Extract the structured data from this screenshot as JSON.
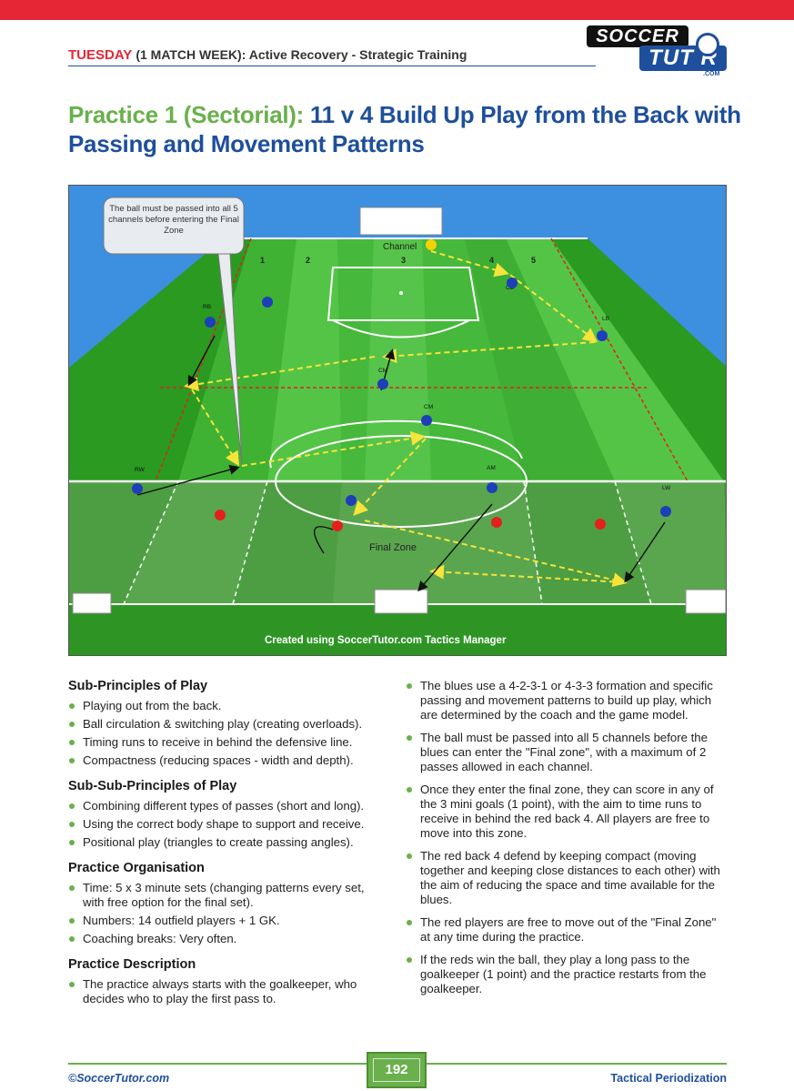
{
  "header": {
    "day": "TUESDAY",
    "rest": "(1 MATCH WEEK): Active Recovery - Strategic Training"
  },
  "logo": {
    "line1": "SOCCER",
    "line2": "TUT R",
    "line3": ".COM"
  },
  "title": {
    "prefix": "Practice 1 (Sectorial):",
    "main": " 11 v 4 Build Up Play from the Back with Passing and Movement Patterns"
  },
  "diagram": {
    "callout": "The ball must be passed into all 5 channels before entering the Final Zone",
    "channel_label": "Channel",
    "channel_numbers": [
      "1",
      "2",
      "3",
      "4",
      "5"
    ],
    "final_zone_label": "Final Zone",
    "credit": "Created using SoccerTutor.com Tactics Manager",
    "positions": [
      "RB",
      "CB",
      "LB",
      "CM",
      "CM",
      "RW",
      "AM",
      "LW"
    ],
    "colors": {
      "blue_team": "#1d3fb8",
      "red_team": "#e4201c",
      "gk": "#f2d300",
      "pass_line": "#f7e33a"
    }
  },
  "left_column": {
    "sections": [
      {
        "heading": "Sub-Principles of Play",
        "items": [
          "Playing out from the back.",
          "Ball circulation & switching play (creating overloads).",
          "Timing runs to receive in behind the defensive line.",
          "Compactness (reducing spaces - width and depth)."
        ]
      },
      {
        "heading": "Sub-Sub-Principles of Play",
        "items": [
          "Combining different types of passes (short and long).",
          "Using the correct body shape to support and receive.",
          "Positional play (triangles to create passing angles)."
        ]
      },
      {
        "heading": "Practice Organisation",
        "items": [
          "Time: 5 x 3 minute sets (changing patterns every set, with free option for the final set).",
          "Numbers: 14 outfield players + 1 GK.",
          "Coaching breaks: Very often."
        ]
      },
      {
        "heading": "Practice Description",
        "items": [
          "The practice always starts with the goalkeeper, who decides who to play the first pass to."
        ]
      }
    ]
  },
  "right_column": {
    "items": [
      "The blues use a 4-2-3-1 or 4-3-3 formation and specific passing and movement patterns to build up play, which are determined by the coach and the game model.",
      "The ball must be passed into all 5 channels before the blues can enter the \"Final zone\", with a maximum of 2 passes allowed in each channel.",
      "Once they enter the final zone, they can score in any of the 3 mini goals (1 point), with the aim to time runs to receive in behind the red back 4. All players are free to move into this zone.",
      "The red back 4 defend by keeping compact (moving together and keeping close distances to each other) with the aim of reducing the space and time available for the blues.",
      "The red players are free to move out of the \"Final Zone\" at any time during the practice.",
      "If the reds win the ball, they play a long pass to the goalkeeper (1 point) and the practice restarts from the goalkeeper."
    ]
  },
  "footer": {
    "left": "©SoccerTutor.com",
    "page": "192",
    "right": "Tactical Periodization"
  }
}
